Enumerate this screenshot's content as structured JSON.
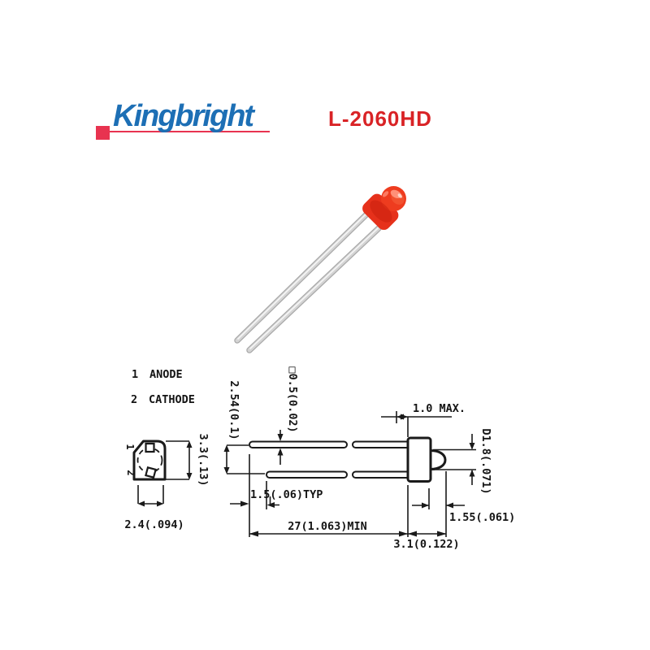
{
  "header": {
    "logo": {
      "text": "Kingbright",
      "color": "#1d6fb5",
      "accent": "#e83350"
    },
    "model": {
      "text": "L-2060HD",
      "color": "#d92326"
    }
  },
  "pin_legend": {
    "pins": [
      {
        "num": "1",
        "name": "ANODE"
      },
      {
        "num": "2",
        "name": "CATHODE"
      }
    ]
  },
  "top_view": {
    "pin1": "1",
    "pin2": "2",
    "dim_width": "2.4(.094)",
    "dim_height": "3.3(.13)"
  },
  "side_view": {
    "dim_lead_pitch": "2.54(0.1)",
    "dim_lead_square": "□0.5(0.02)",
    "dim_standoff": "1.0  MAX.",
    "dim_lead_gap": "1.5(.06)TYP",
    "dim_lead_length": "27(1.063)MIN",
    "dim_body_length": "3.1(0.122)",
    "dim_dome_length": "1.55(.061)",
    "dim_dome_dia": "D1.8(.071)"
  },
  "photo": {
    "led_body_color": "#e6311b",
    "led_dome_color": "#ee3c1f",
    "led_highlight_color": "#ff9078",
    "lead_color": "#c9c9c9"
  }
}
